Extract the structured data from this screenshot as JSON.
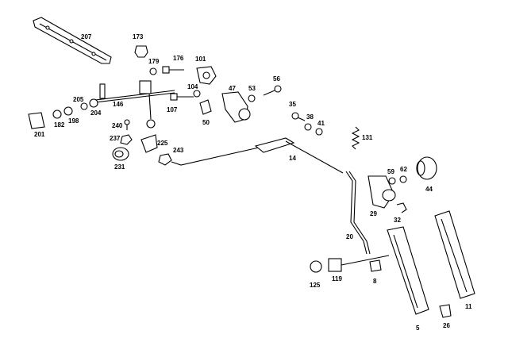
{
  "diagram": {
    "labels": {
      "p207": "207",
      "p173": "173",
      "p179": "179",
      "p176": "176",
      "p101": "101",
      "p104": "104",
      "p107": "107",
      "p50": "50",
      "p47": "47",
      "p53": "53",
      "p56": "56",
      "p205": "205",
      "p146": "146",
      "p204": "204",
      "p182": "182",
      "p198": "198",
      "p201": "201",
      "p240": "240",
      "p237": "237",
      "p231": "231",
      "p225": "225",
      "p243": "243",
      "p35": "35",
      "p38": "38",
      "p41": "41",
      "p131": "131",
      "p14": "14",
      "p59": "59",
      "p62": "62",
      "p44": "44",
      "p29": "29",
      "p32": "32",
      "p20": "20",
      "p125": "125",
      "p119": "119",
      "p8": "8",
      "p5": "5",
      "p26": "26",
      "p11": "11"
    }
  }
}
